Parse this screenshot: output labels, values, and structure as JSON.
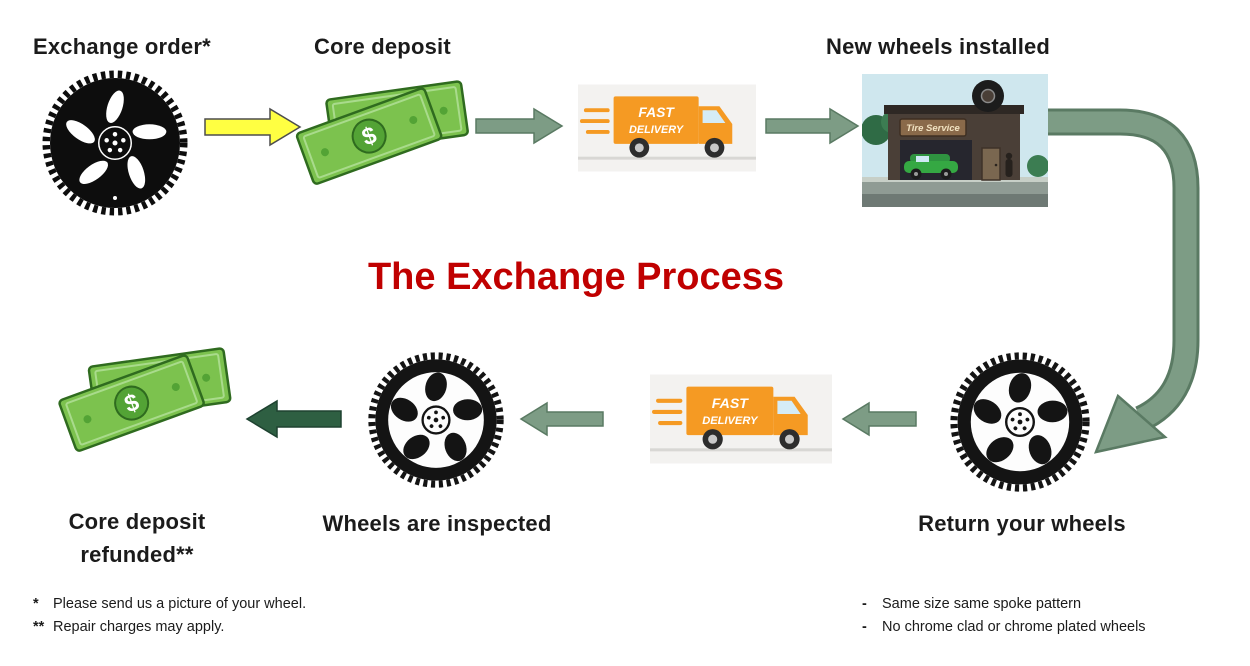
{
  "title": {
    "text": "The Exchange Process",
    "color": "#C00000"
  },
  "steps": {
    "exchange_order": "Exchange order*",
    "core_deposit": "Core deposit",
    "new_wheels_installed": "New wheels installed",
    "return_your_wheels": "Return your wheels",
    "wheels_inspected": "Wheels are inspected",
    "core_deposit_refunded": "Core deposit refunded**"
  },
  "truck": {
    "line1": "FAST",
    "line2": "DELIVERY"
  },
  "shop": {
    "sign": "Tire Service"
  },
  "money": {
    "symbol": "$"
  },
  "arrow_colors": {
    "yellow": "#FFFF42",
    "green": "#7D9C85",
    "dark_green": "#2E5F42"
  },
  "footnotes": {
    "left": [
      {
        "marker": "*",
        "text": "Please send us a picture of your wheel."
      },
      {
        "marker": "**",
        "text": "Repair charges may apply."
      }
    ],
    "right": [
      {
        "marker": "-",
        "text": "Same size same spoke pattern"
      },
      {
        "marker": "-",
        "text": "No chrome clad or chrome plated wheels"
      }
    ]
  }
}
